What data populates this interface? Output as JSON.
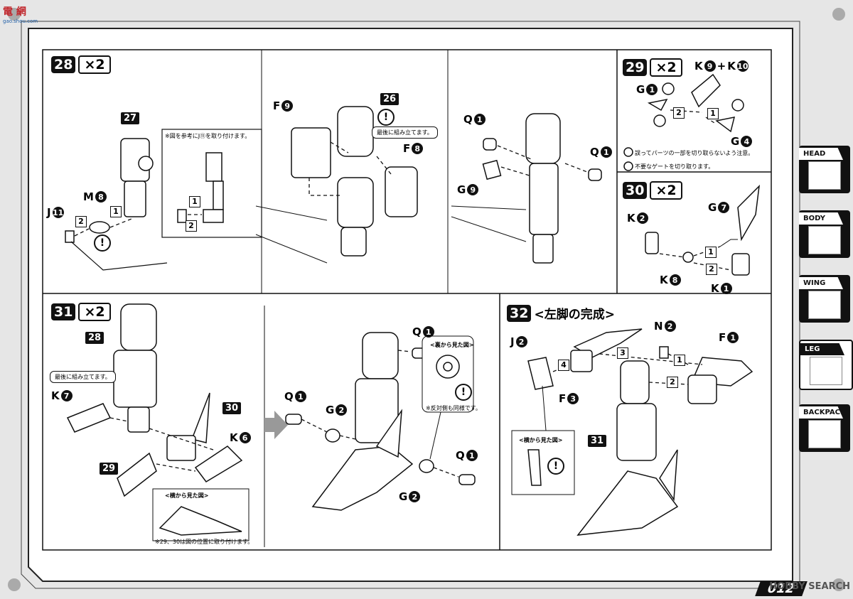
{
  "logo": {
    "site_cn": "電 網",
    "site_url": "gao.shou.com"
  },
  "page_number": "012",
  "watermark": "HOBBY SEARCH",
  "side_tabs": [
    {
      "label": "HEAD"
    },
    {
      "label": "BODY"
    },
    {
      "label": "WING"
    },
    {
      "label": "LEG"
    },
    {
      "label": "BACKPACK"
    }
  ],
  "steps": {
    "s28": {
      "num": "28",
      "mult": "×2",
      "parts": {
        "p27": "27",
        "m": "M",
        "m_n": "8",
        "j": "J",
        "j_n": "11",
        "box1": "1",
        "box2": "2"
      },
      "inset_note": "※図を参考にJ⑪を取り付けます。",
      "inset_box1": "1",
      "inset_box2": "2",
      "p26": "26",
      "f9": "F",
      "f9_n": "9",
      "f8": "F",
      "f8_n": "8",
      "bubble": "最後に組み立てます。",
      "q1": "Q",
      "q1_n": "1",
      "q1b": "Q",
      "q1b_n": "1",
      "g9": "G",
      "g9_n": "9"
    },
    "s29": {
      "num": "29",
      "mult": "×2",
      "k9": "K",
      "k9_n": "9",
      "plus": "+",
      "k10": "K",
      "k10_n": "10",
      "g1": "G",
      "g1_n": "1",
      "g4": "G",
      "g4_n": "4",
      "box1": "1",
      "box2": "2",
      "warn1": "誤ってパーツの一部を切り取らないよう注意。",
      "warn2": "不要なゲートを切り取ります。"
    },
    "s30": {
      "num": "30",
      "mult": "×2",
      "k2": "K",
      "k2_n": "2",
      "g7": "G",
      "g7_n": "7",
      "k8": "K",
      "k8_n": "8",
      "k1": "K",
      "k1_n": "1",
      "box1": "1",
      "box2": "2"
    },
    "s31": {
      "num": "31",
      "mult": "×2",
      "p28": "28",
      "bubble": "最後に組み立てます。",
      "k7": "K",
      "k7_n": "7",
      "p30": "30",
      "k6": "K",
      "k6_n": "6",
      "p29": "29",
      "side_view": "<横から見た図>",
      "note": "※29、30は図の位置に取り付けます。",
      "q1a": "Q",
      "q1a_n": "1",
      "q1b": "Q",
      "q1b_n": "1",
      "q1c": "Q",
      "q1c_n": "1",
      "g2a": "G",
      "g2a_n": "2",
      "g2b": "G",
      "g2b_n": "2",
      "back_view": "<裏から見た図>",
      "reverse_note": "※反対側も同様です。"
    },
    "s32": {
      "num": "32",
      "title": "<左脚の完成>",
      "j2": "J",
      "j2_n": "2",
      "n2": "N",
      "n2_n": "2",
      "f1": "F",
      "f1_n": "1",
      "f3": "F",
      "f3_n": "3",
      "p31": "31",
      "box1": "1",
      "box2": "2",
      "box3": "3",
      "box4": "4",
      "side_view": "<横から見た図>"
    }
  }
}
